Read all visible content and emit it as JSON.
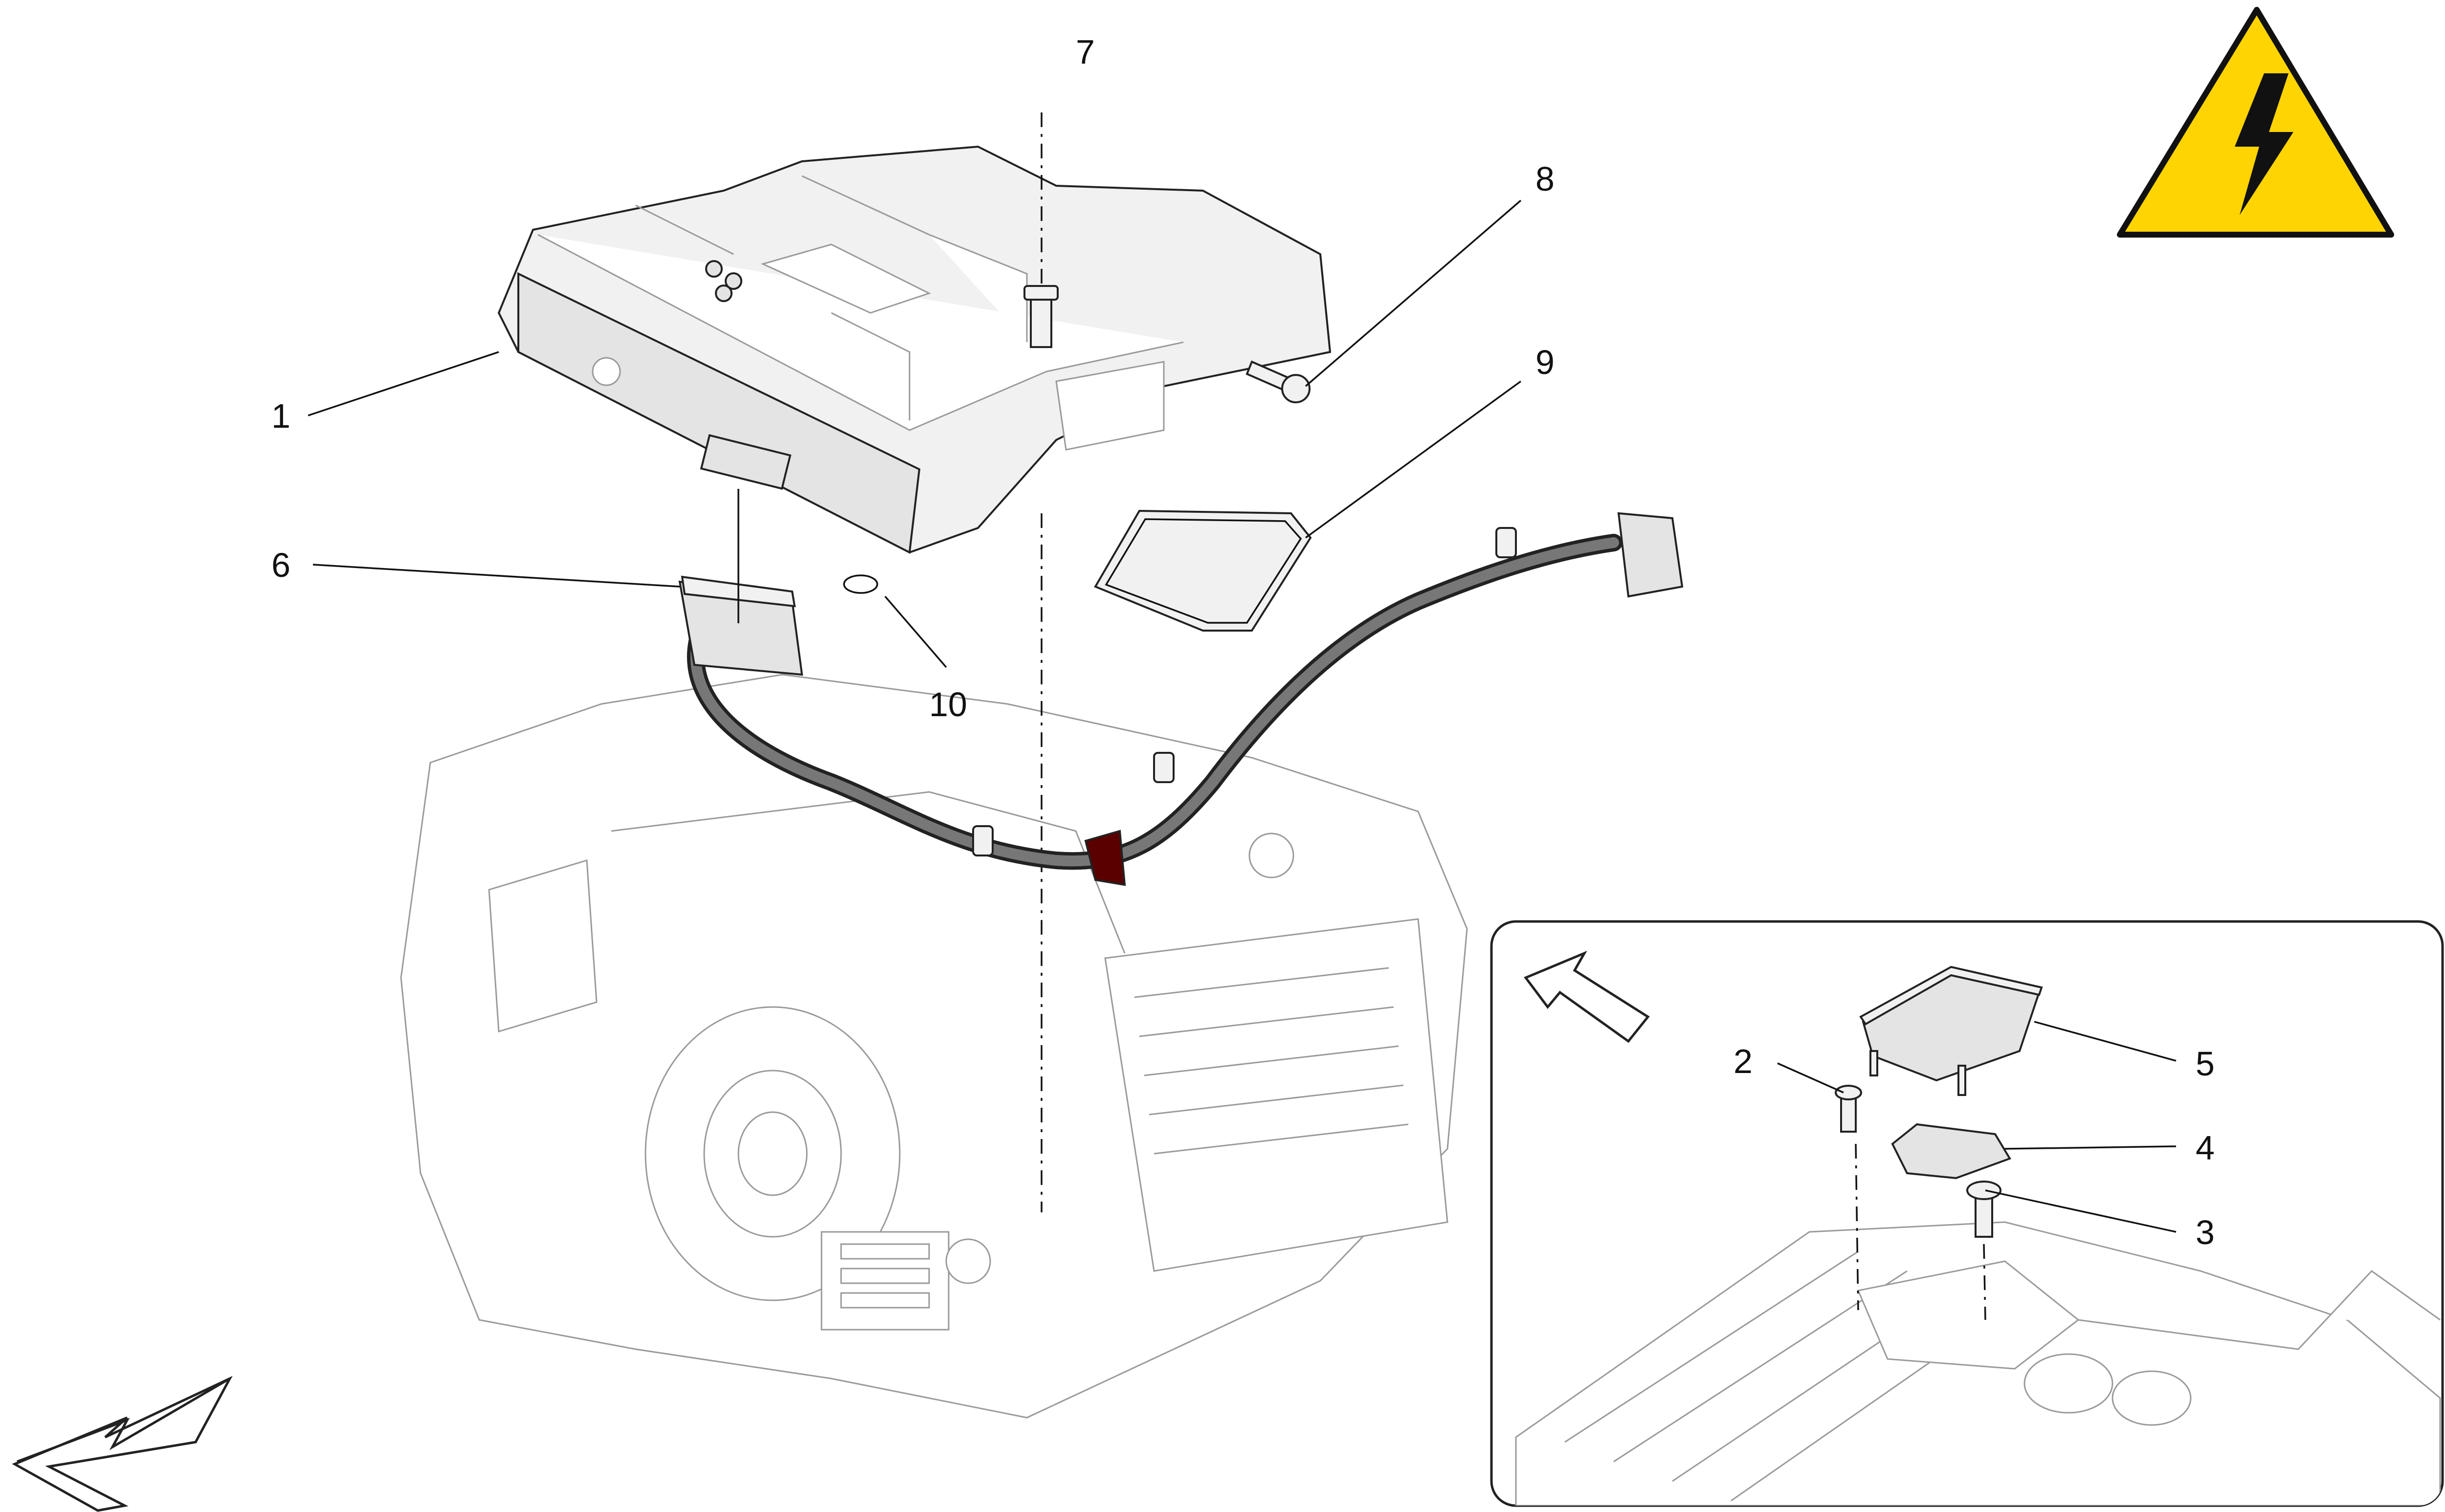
{
  "callouts": {
    "c1": "1",
    "c2": "2",
    "c3": "3",
    "c4": "4",
    "c5": "5",
    "c6": "6",
    "c7": "7",
    "c8": "8",
    "c9": "9",
    "c10": "10"
  },
  "icons": {
    "hazard": "high-voltage-warning-icon",
    "main_direction": "direction-arrow-icon",
    "detail_direction": "direction-arrow-icon"
  },
  "colors": {
    "hazard_fill": "#ffd400",
    "hazard_outline": "#111111",
    "line": "#222222"
  }
}
